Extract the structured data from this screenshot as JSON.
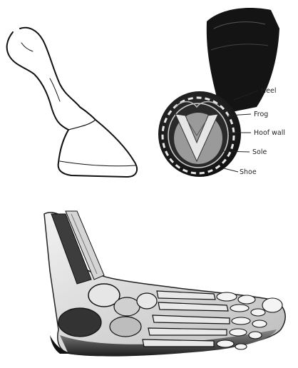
{
  "labels": {
    "heel": "Heel",
    "frog": "Frog",
    "hoof_wall": "Hoof wall",
    "sole": "Sole",
    "shoe": "Shoe"
  },
  "colors": {
    "ink": "#111111",
    "paper": "#ffffff",
    "bone": "#d9d9d9",
    "shade": "#555555"
  }
}
